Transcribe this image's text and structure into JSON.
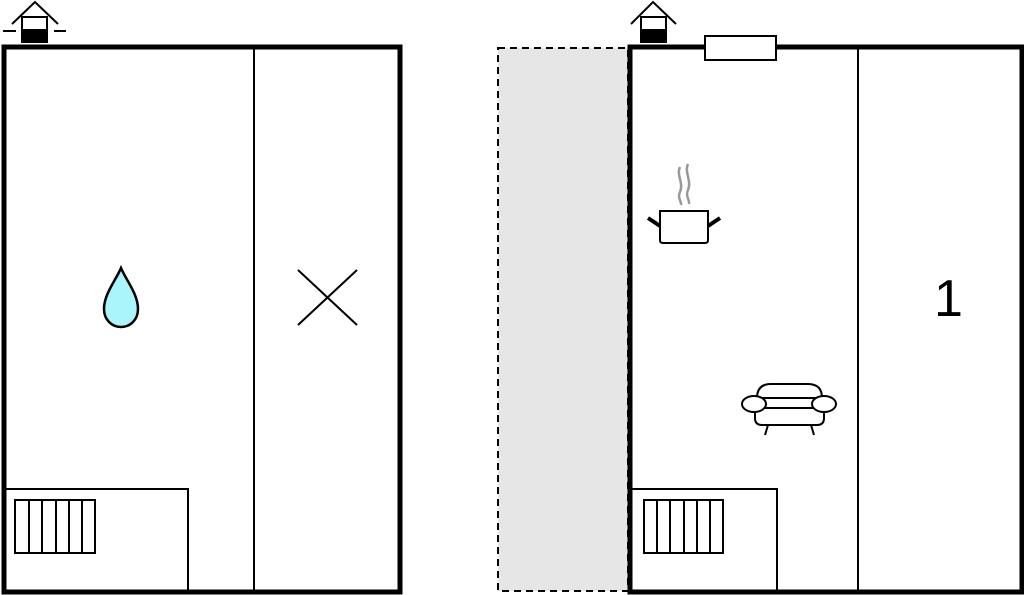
{
  "floorplan": {
    "left_building": {
      "rooms": [
        {
          "id": "bathroom",
          "icon": "water-drop-icon"
        },
        {
          "id": "storage",
          "icon": "cross-icon"
        }
      ],
      "features": [
        "entrance-icon",
        "radiator-icon"
      ]
    },
    "right_building": {
      "rooms": [
        {
          "id": "kitchen-living",
          "icons": [
            "cooking-pot-icon",
            "sofa-icon"
          ]
        },
        {
          "id": "bedroom",
          "label": "1"
        }
      ],
      "features": [
        "entrance-icon",
        "window-icon",
        "radiator-icon",
        "terrace-area"
      ]
    }
  },
  "labels": {
    "bedroom_number": "1"
  },
  "colors": {
    "wall": "#000000",
    "terrace_fill": "#e6e6e6",
    "water_fill": "#aaf4fc",
    "steam": "#999999"
  }
}
